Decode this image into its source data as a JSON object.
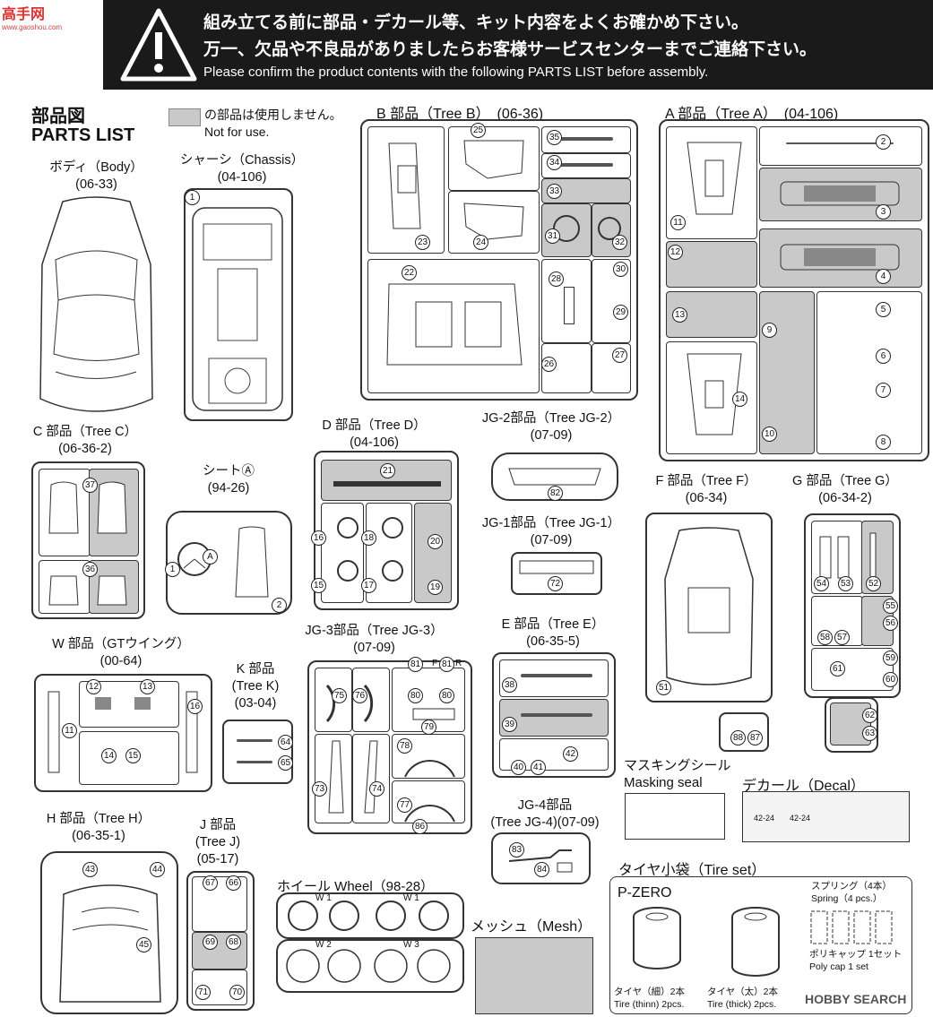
{
  "logo": {
    "text": "高手网",
    "sub": "www.gaoshou.com"
  },
  "banner": {
    "line1": "組み立てる前に部品・デカール等、キット内容をよくお確かめ下さい。",
    "line2": "万一、欠品や不良品がありましたらお客様サービスセンターまでご連絡下さい。",
    "line3": "Please confirm the product contents with the following PARTS LIST before assembly."
  },
  "parts_title": {
    "ja": "部品図",
    "en": "PARTS LIST"
  },
  "legend": {
    "ja": "の部品は使用しません。",
    "en": "Not for use."
  },
  "sections": {
    "body": {
      "title": "ボディ（Body）",
      "code": "(06-33)"
    },
    "chassis": {
      "title": "シャーシ（Chassis）",
      "code": "(04-106)"
    },
    "treeB": {
      "title": "B 部品（Tree B）　(06-36)"
    },
    "treeA": {
      "title": "A 部品（Tree A）　(04-106)"
    },
    "treeC": {
      "title": "C 部品（Tree C）",
      "code": "(06-36-2)"
    },
    "seat": {
      "title": "シートⒶ",
      "code": "(94-26)"
    },
    "treeD": {
      "title": "D 部品（Tree D）",
      "code": "(04-106)"
    },
    "treeJG2": {
      "title": "JG-2部品（Tree JG-2）",
      "code": "(07-09)"
    },
    "treeJG1": {
      "title": "JG-1部品（Tree JG-1）",
      "code": "(07-09)"
    },
    "treeF": {
      "title": "F 部品（Tree F）",
      "code": "(06-34)"
    },
    "treeG": {
      "title": "G 部品（Tree G）",
      "code": "(06-34-2)"
    },
    "treeW": {
      "title": "W 部品（GTウイング）",
      "code": "(00-64)"
    },
    "treeK": {
      "title": "K 部品",
      "sub": "(Tree K)",
      "code": "(03-04)"
    },
    "treeJG3": {
      "title": "JG-3部品（Tree JG-3）",
      "code": "(07-09)"
    },
    "treeE": {
      "title": "E 部品（Tree E）",
      "code": "(06-35-5)"
    },
    "treeH": {
      "title": "H 部品（Tree H）",
      "code": "(06-35-1)"
    },
    "treeJ": {
      "title": "J 部品",
      "sub": "(Tree J)",
      "code": "(05-17)"
    },
    "wheel": {
      "title": "ホイール Wheel（98-28）"
    },
    "treeJG4": {
      "title": "JG-4部品",
      "code": "(Tree JG-4)(07-09)"
    },
    "mesh": {
      "title": "メッシュ（Mesh）"
    },
    "masking": {
      "ja": "マスキングシール",
      "en": "Masking seal"
    },
    "decal": {
      "title": "デカール（Decal）"
    },
    "tireset": {
      "title": "タイヤ小袋（Tire set）"
    }
  },
  "tireset": {
    "brand": "P-ZERO",
    "spring_ja": "スプリング（4本）",
    "spring_en": "Spring（4 pcs.）",
    "polycap_ja": "ポリキャップ 1セット",
    "polycap_en": "Poly cap 1 set",
    "thin_ja": "タイヤ（細）2本",
    "thin_en": "Tire (thinn) 2pcs.",
    "thick_ja": "タイヤ（太）2本",
    "thick_en": "Tire (thick) 2pcs."
  },
  "wheel_labels": {
    "w1": "W 1",
    "w2": "W 2",
    "w3": "W 3"
  },
  "jg3_labels": {
    "r": "R",
    "f": "F"
  },
  "seat_marker": "A",
  "decal_text": {
    "a": "42-24",
    "b": "42-24"
  },
  "watermark": "HOBBY SEARCH",
  "colors": {
    "banner": "#1a1a1a",
    "gray_part": "#c9c9c9",
    "logo": "#dd3333"
  }
}
